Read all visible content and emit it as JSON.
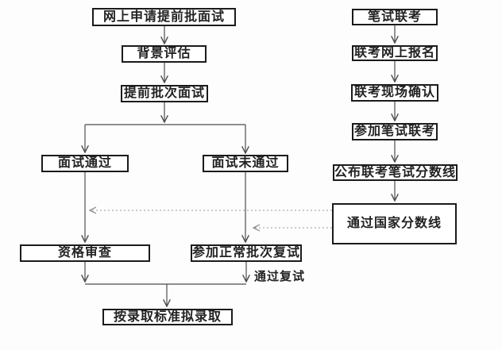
{
  "flowchart": {
    "nodes": {
      "online_apply": {
        "label": "网上申请提前批面试"
      },
      "background_eval": {
        "label": "背景评估"
      },
      "early_interview": {
        "label": "提前批次面试"
      },
      "interview_pass": {
        "label": "面试通过"
      },
      "interview_fail": {
        "label": "面试未通过"
      },
      "qualification_review": {
        "label": "资格审查"
      },
      "normal_retest": {
        "label": "参加正常批次复试"
      },
      "admission": {
        "label": "按录取标准拟录取"
      },
      "written_exam": {
        "label": "笔试联考"
      },
      "exam_register": {
        "label": "联考网上报名"
      },
      "exam_confirm": {
        "label": "联考现场确认"
      },
      "take_exam": {
        "label": "参加笔试联考"
      },
      "score_line": {
        "label": "公布联考笔试分数线"
      },
      "national_line": {
        "label": "通过国家分数线"
      }
    },
    "edge_labels": {
      "pass_retest": "通过复试"
    },
    "colors": {
      "box_border": "#1b1b1b",
      "box_fill": "#ffffff",
      "solid_line": "#4d4d4d",
      "dashed_line": "#999999",
      "background": "#fdfdfd",
      "text": "#222222"
    }
  }
}
